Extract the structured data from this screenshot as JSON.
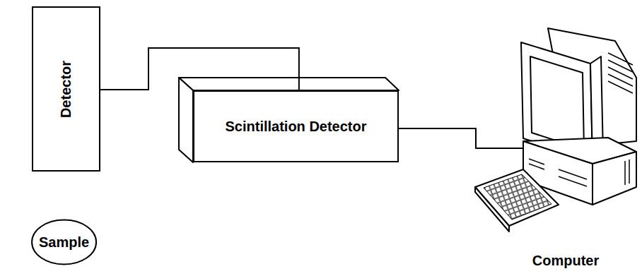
{
  "diagram": {
    "nodes": [
      {
        "text": [
          "Detector"
        ]
      },
      {
        "text": [
          "Scintillation Detector"
        ]
      },
      {
        "text": [
          "Sample"
        ]
      },
      {
        "text": [
          "Computer"
        ]
      }
    ],
    "edges": [
      {
        "from": 0,
        "to": 1,
        "arrow": "none"
      },
      {
        "from": 1,
        "to": 3,
        "arrow": "none"
      }
    ]
  }
}
